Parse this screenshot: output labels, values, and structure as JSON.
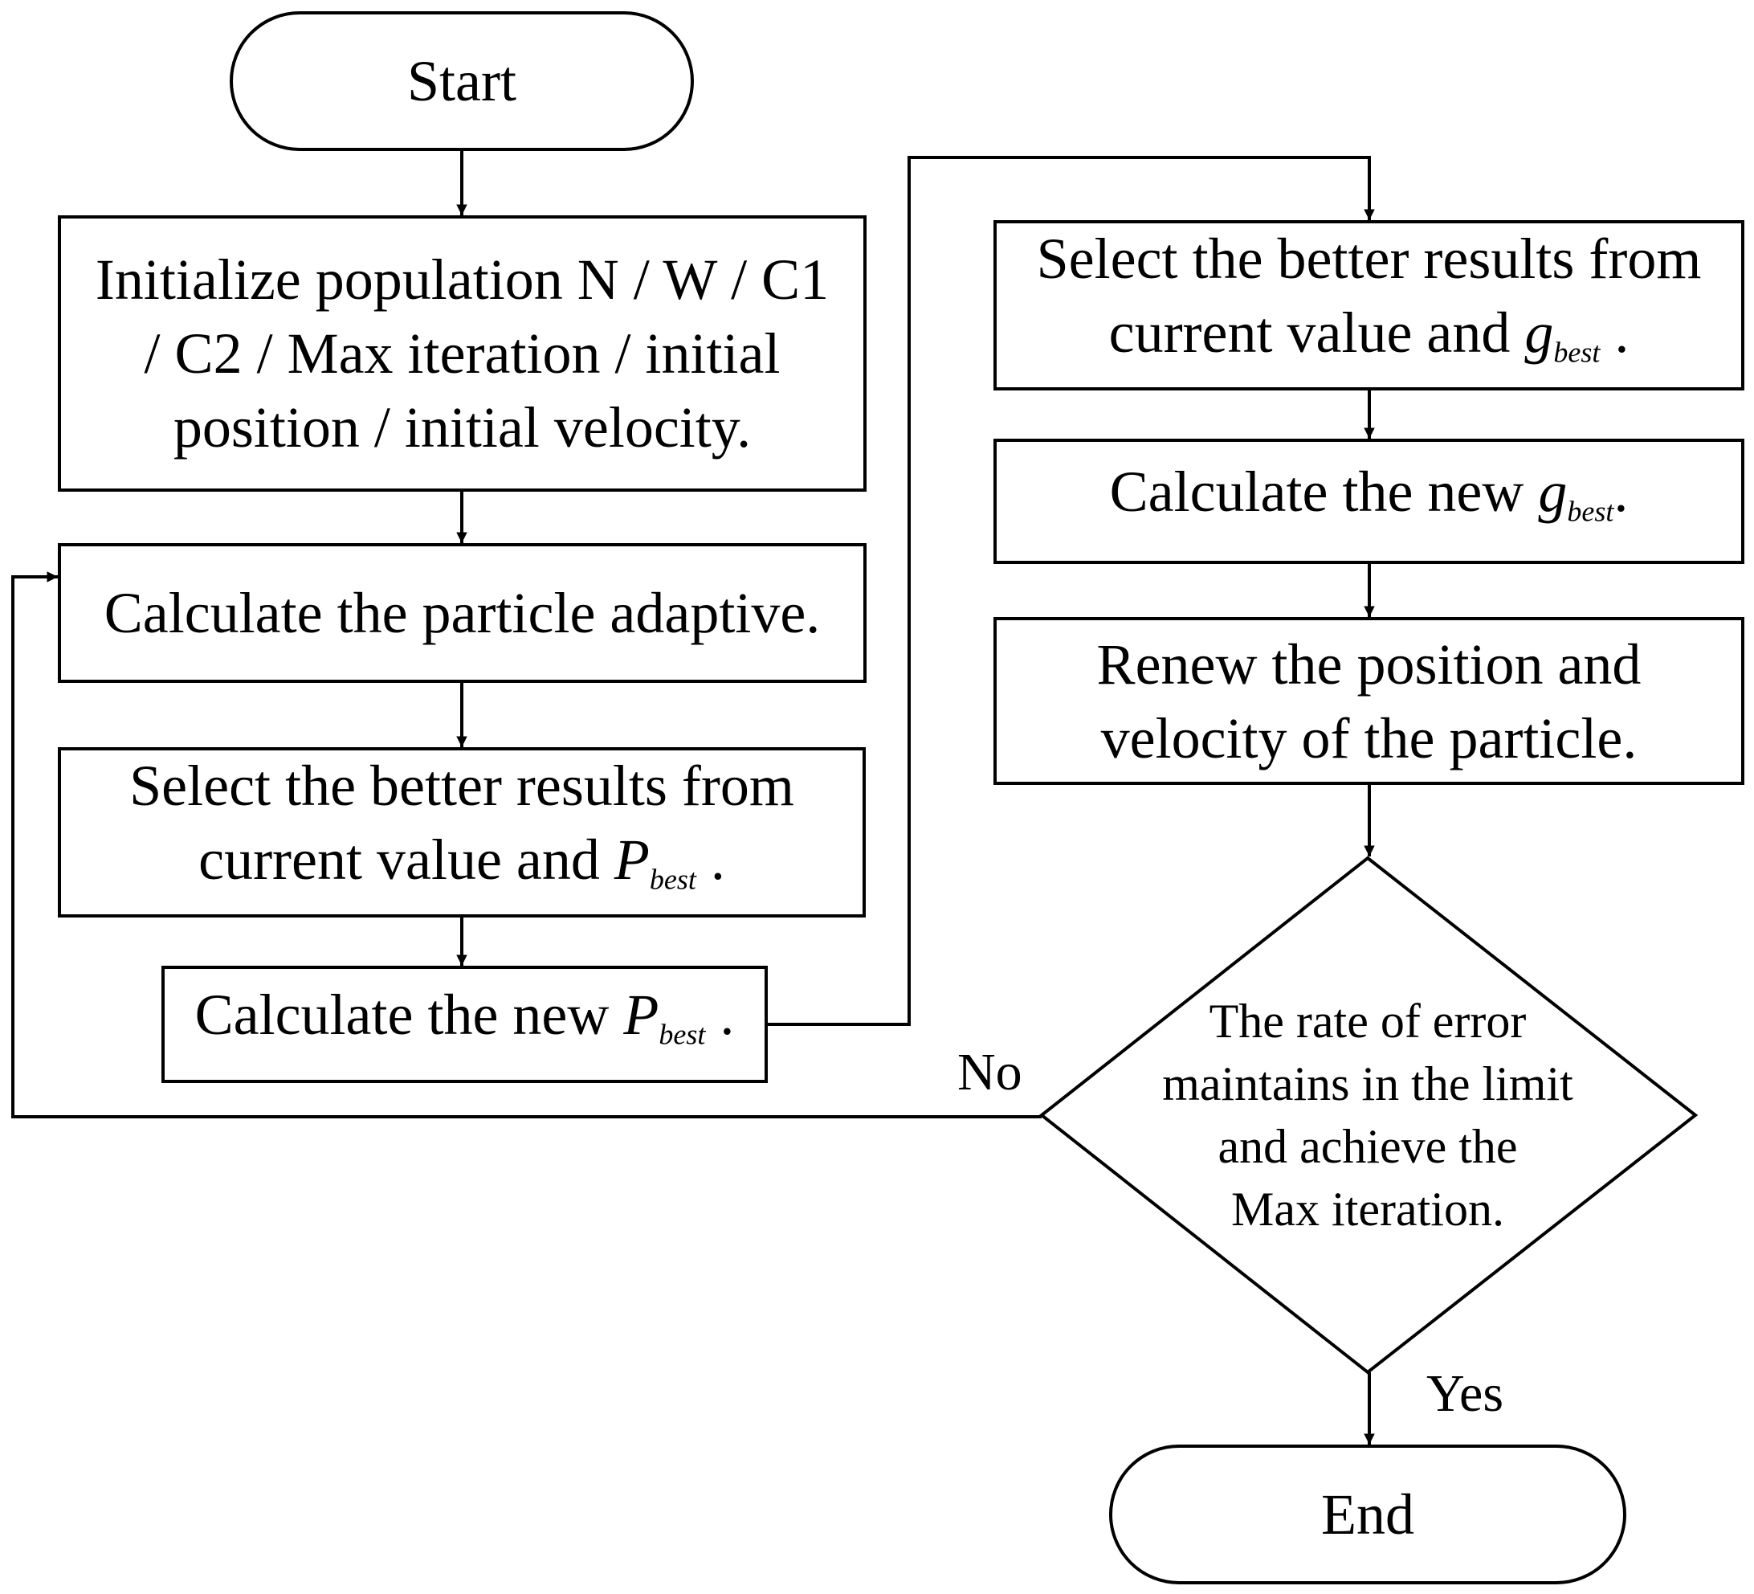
{
  "nodes": {
    "start": {
      "lines": [
        "Start"
      ]
    },
    "init": {
      "lines": [
        "Initialize population N / W / C1",
        "/ C2 / Max iteration / initial",
        "position / initial velocity."
      ]
    },
    "adaptive": {
      "lines": [
        "Calculate the particle adaptive."
      ]
    },
    "select_p": {
      "line1": "Select the better results from",
      "line2_prefix": "current value and ",
      "symbol": "P",
      "symbol_sub": "best",
      "suffix": " ."
    },
    "new_p": {
      "prefix": "Calculate the new ",
      "symbol": "P",
      "symbol_sub": "best",
      "suffix": " ."
    },
    "select_g": {
      "line1": "Select the better results from",
      "line2_prefix": "current value and ",
      "symbol": "g",
      "symbol_sub": "best",
      "suffix": " ."
    },
    "new_g": {
      "prefix": "Calculate the new ",
      "symbol": "g",
      "symbol_sub": "best",
      "suffix": "."
    },
    "renew": {
      "lines": [
        "Renew the position and",
        "velocity of the particle."
      ]
    },
    "decision": {
      "lines": [
        "The rate of error",
        "maintains in the limit",
        "and achieve the",
        "Max iteration."
      ]
    },
    "end": {
      "lines": [
        "End"
      ]
    }
  },
  "edge_labels": {
    "no": "No",
    "yes": "Yes"
  }
}
